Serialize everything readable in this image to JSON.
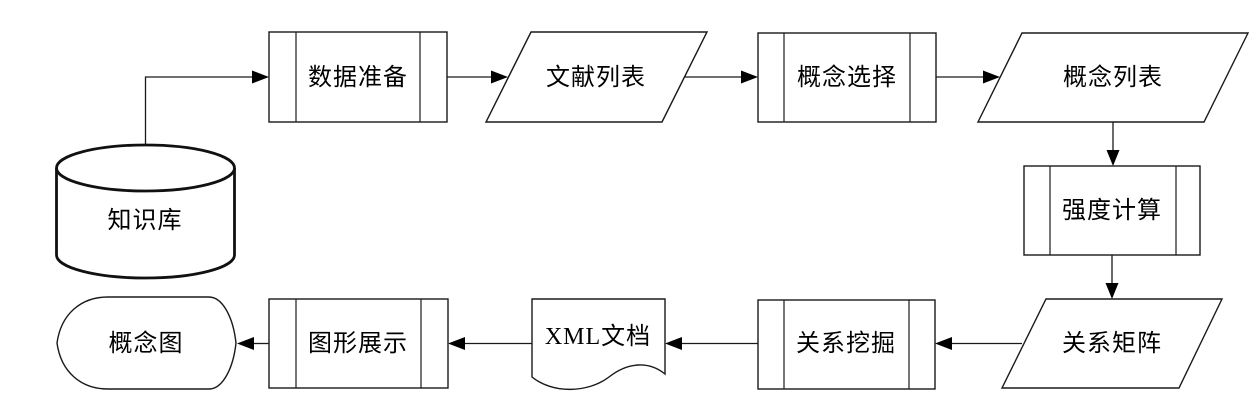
{
  "diagram": {
    "type": "flowchart",
    "background_color": "#ffffff",
    "line_color": "#1a1a1a",
    "text_color": "#000000",
    "nodes": [
      {
        "id": "knowledge-base",
        "label": "知识库",
        "shape": "cylinder-database"
      },
      {
        "id": "data-preparation",
        "label": "数据准备",
        "shape": "predefined-process"
      },
      {
        "id": "literature-list",
        "label": "文献列表",
        "shape": "parallelogram-data"
      },
      {
        "id": "concept-selection",
        "label": "概念选择",
        "shape": "predefined-process"
      },
      {
        "id": "concept-list",
        "label": "概念列表",
        "shape": "parallelogram-data"
      },
      {
        "id": "strength-calculation",
        "label": "强度计算",
        "shape": "predefined-process"
      },
      {
        "id": "relation-matrix",
        "label": "关系矩阵",
        "shape": "parallelogram-data"
      },
      {
        "id": "relation-mining",
        "label": "关系挖掘",
        "shape": "predefined-process"
      },
      {
        "id": "xml-document",
        "label": "XML文档",
        "shape": "document"
      },
      {
        "id": "graph-display",
        "label": "图形展示",
        "shape": "predefined-process"
      },
      {
        "id": "concept-map",
        "label": "概念图",
        "shape": "display"
      }
    ],
    "edges": [
      {
        "from": "knowledge-base",
        "to": "data-preparation"
      },
      {
        "from": "data-preparation",
        "to": "literature-list"
      },
      {
        "from": "literature-list",
        "to": "concept-selection"
      },
      {
        "from": "concept-selection",
        "to": "concept-list"
      },
      {
        "from": "concept-list",
        "to": "strength-calculation"
      },
      {
        "from": "strength-calculation",
        "to": "relation-matrix"
      },
      {
        "from": "relation-matrix",
        "to": "relation-mining"
      },
      {
        "from": "relation-mining",
        "to": "xml-document"
      },
      {
        "from": "xml-document",
        "to": "graph-display"
      },
      {
        "from": "graph-display",
        "to": "concept-map"
      }
    ]
  }
}
